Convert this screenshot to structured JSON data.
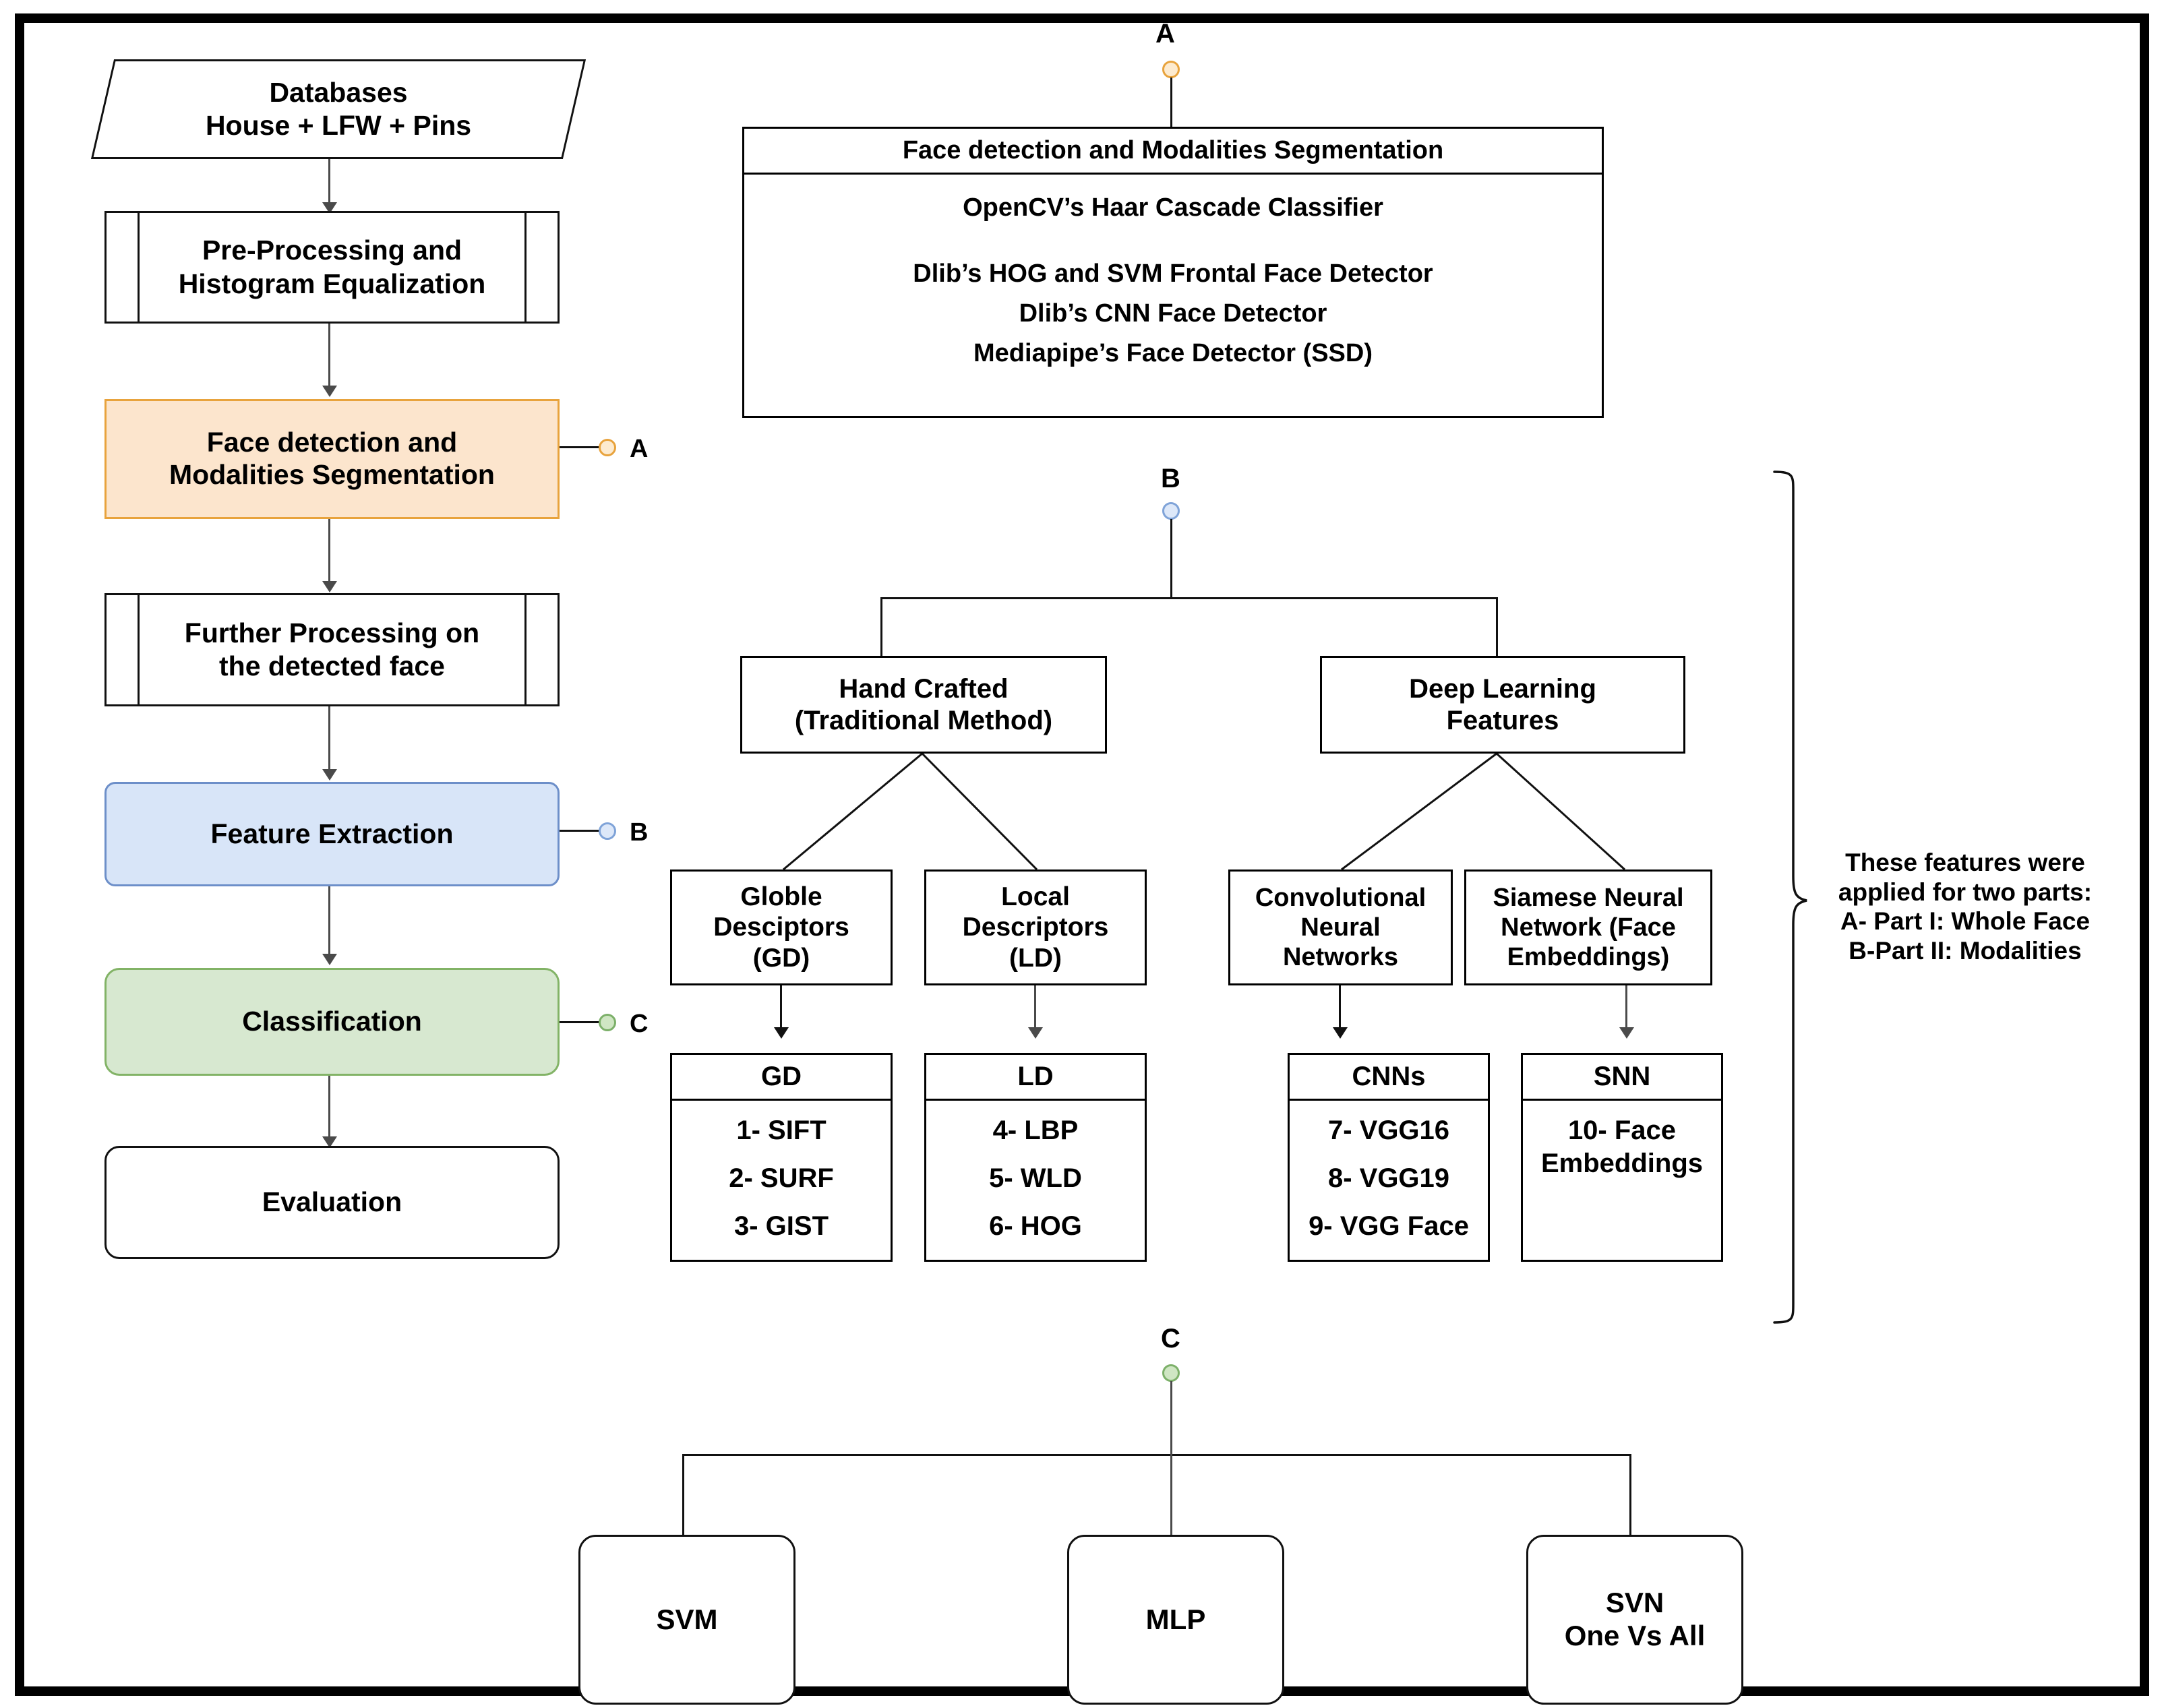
{
  "colors": {
    "orange_fill": "#FCE5CD",
    "orange_border": "#E8A33D",
    "blue_fill": "#D8E5F8",
    "blue_border": "#6D8FC9",
    "green_fill": "#D7E8D0",
    "green_border": "#82B366",
    "line": "#111111"
  },
  "pipeline": {
    "databases": "Databases\nHouse + LFW + Pins",
    "preprocessing": "Pre-Processing and\nHistogram Equalization",
    "face_detection": "Face detection and\nModalities Segmentation",
    "further_processing": "Further Processing on\nthe detected face",
    "feature_extraction": "Feature Extraction",
    "classification": "Classification",
    "evaluation": "Evaluation"
  },
  "connectors": {
    "tag_a": "A",
    "tag_b": "B",
    "tag_c": "C",
    "tag_a_top": "A",
    "tag_b_top": "B",
    "tag_c_top": "C"
  },
  "panel_a": {
    "title": "Face detection and Modalities Segmentation",
    "items": [
      "OpenCV’s Haar Cascade Classifier",
      "Dlib’s HOG and SVM Frontal Face Detector",
      "Dlib’s CNN Face Detector",
      "Mediapipe’s Face Detector (SSD)"
    ]
  },
  "panel_b": {
    "hand_crafted": "Hand Crafted\n(Traditional Method)",
    "deep_learning": "Deep Learning\nFeatures",
    "global_descriptors": "Globle\nDesciptors\n(GD)",
    "local_descriptors": "Local\nDescriptors\n(LD)",
    "cnn_box": "Convolutional\nNeural\nNetworks",
    "snn_box": "Siamese Neural\nNetwork (Face\nEmbeddings)",
    "gd_list": {
      "head": "GD",
      "items": [
        "1- SIFT",
        "2- SURF",
        "3- GIST"
      ]
    },
    "ld_list": {
      "head": "LD",
      "items": [
        "4- LBP",
        "5- WLD",
        "6- HOG"
      ]
    },
    "cnn_list": {
      "head": "CNNs",
      "items": [
        "7- VGG16",
        "8- VGG19",
        "9- VGG Face"
      ]
    },
    "snn_list": {
      "head": "SNN",
      "items": [
        "10- Face",
        "Embeddings"
      ]
    },
    "note": "These features were\napplied  for two parts:\nA- Part I: Whole Face\nB-Part II: Modalities"
  },
  "panel_c": {
    "svm": "SVM",
    "mlp": "MLP",
    "svn": "SVN\nOne Vs All"
  }
}
